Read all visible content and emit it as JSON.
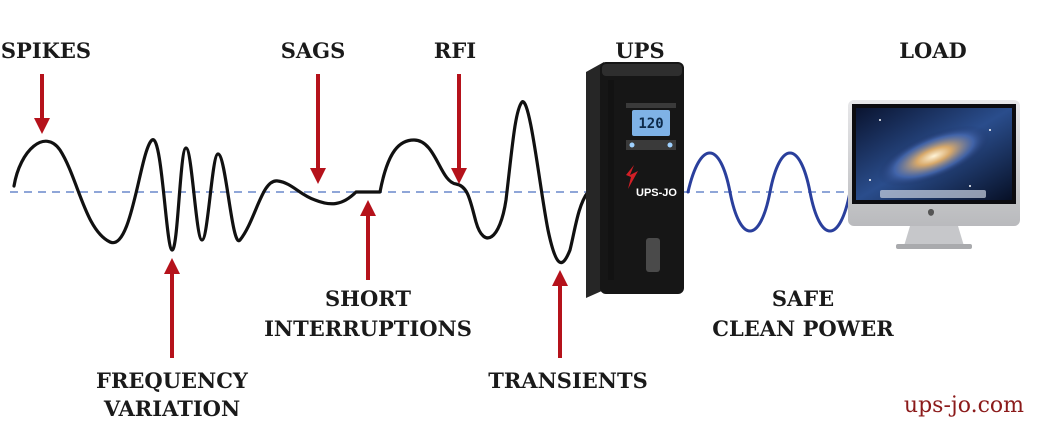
{
  "labels": {
    "spikes": "SPIKES",
    "sags": "SAGS",
    "rfi": "RFI",
    "ups": "UPS",
    "load": "LOAD",
    "frequency_1": "FREQUENCY",
    "frequency_2": "VARIATION",
    "short_1": "SHORT",
    "short_2": "INTERRUPTIONS",
    "transients": "TRANSIENTS",
    "safe_1": "SAFE",
    "safe_2": "CLEAN POWER"
  },
  "ups_unit": {
    "display": "120",
    "brand_logo": "UPS-JO"
  },
  "footer": {
    "site": "ups-jo.com"
  },
  "colors": {
    "arrow": "#b5121b",
    "dirty_wave": "#111111",
    "clean_wave": "#2a3f9c",
    "baseline": "#8fa6d8"
  }
}
